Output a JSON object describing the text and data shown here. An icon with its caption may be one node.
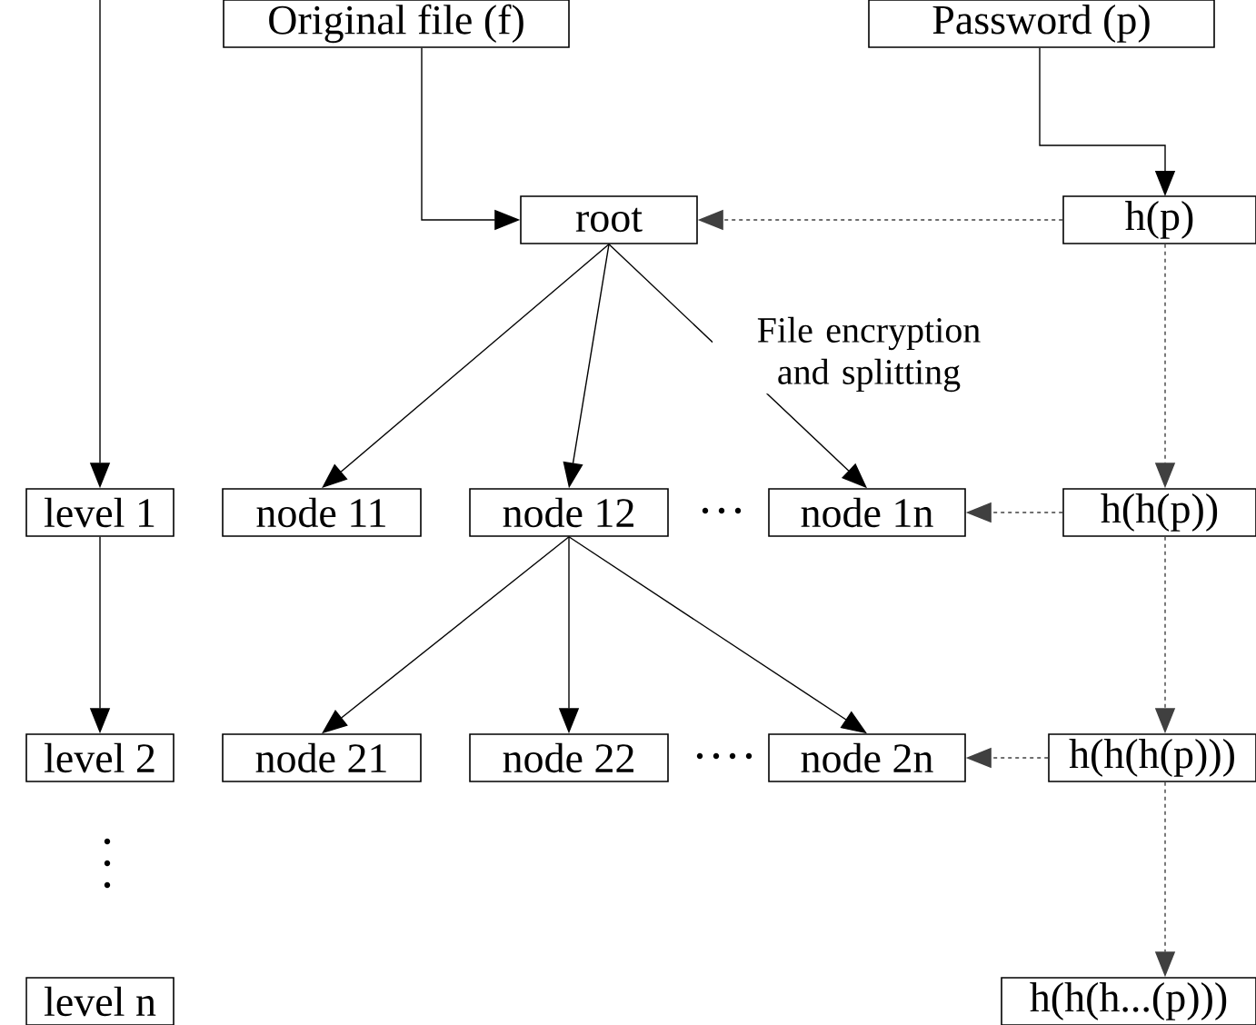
{
  "diagram": {
    "nodes": [
      {
        "text": [
          "Original file (f)"
        ]
      },
      {
        "text": [
          "Password (p)"
        ]
      },
      {
        "text": [
          "root"
        ]
      },
      {
        "text": [
          "h(p)"
        ]
      },
      {
        "text": [
          "level 1"
        ]
      },
      {
        "text": [
          "node 11"
        ]
      },
      {
        "text": [
          "node 12"
        ]
      },
      {
        "text": [
          "node 1n"
        ]
      },
      {
        "text": [
          "h(h(p))"
        ]
      },
      {
        "text": [
          "level 2"
        ]
      },
      {
        "text": [
          "node 21"
        ]
      },
      {
        "text": [
          "node 22"
        ]
      },
      {
        "text": [
          "node 2n"
        ]
      },
      {
        "text": [
          "h(h(h(p)))"
        ]
      },
      {
        "text": [
          "level n"
        ]
      },
      {
        "text": [
          "h(h(h...(p)))"
        ]
      }
    ],
    "edges": [
      {
        "from": null,
        "to": 4,
        "arrow": "to"
      },
      {
        "from": 4,
        "to": 9,
        "arrow": "to"
      },
      {
        "from": 0,
        "to": 2,
        "arrow": "to"
      },
      {
        "from": 1,
        "to": 3,
        "arrow": "to"
      },
      {
        "from": 3,
        "to": 2,
        "arrow": "to",
        "style": "dashed"
      },
      {
        "from": 2,
        "to": 5,
        "arrow": "to"
      },
      {
        "from": 2,
        "to": 6,
        "arrow": "to"
      },
      {
        "from": 2,
        "to": 7,
        "arrow": "to",
        "label": "File encryption and splitting"
      },
      {
        "from": 3,
        "to": 8,
        "arrow": "to",
        "style": "dashed"
      },
      {
        "from": 8,
        "to": 7,
        "arrow": "to",
        "style": "dashed"
      },
      {
        "from": 6,
        "to": 10,
        "arrow": "to"
      },
      {
        "from": 6,
        "to": 11,
        "arrow": "to"
      },
      {
        "from": 6,
        "to": 12,
        "arrow": "to"
      },
      {
        "from": 8,
        "to": 13,
        "arrow": "to",
        "style": "dashed"
      },
      {
        "from": 13,
        "to": 12,
        "arrow": "to",
        "style": "dashed"
      },
      {
        "from": 13,
        "to": 15,
        "arrow": "to",
        "style": "dashed"
      }
    ]
  }
}
